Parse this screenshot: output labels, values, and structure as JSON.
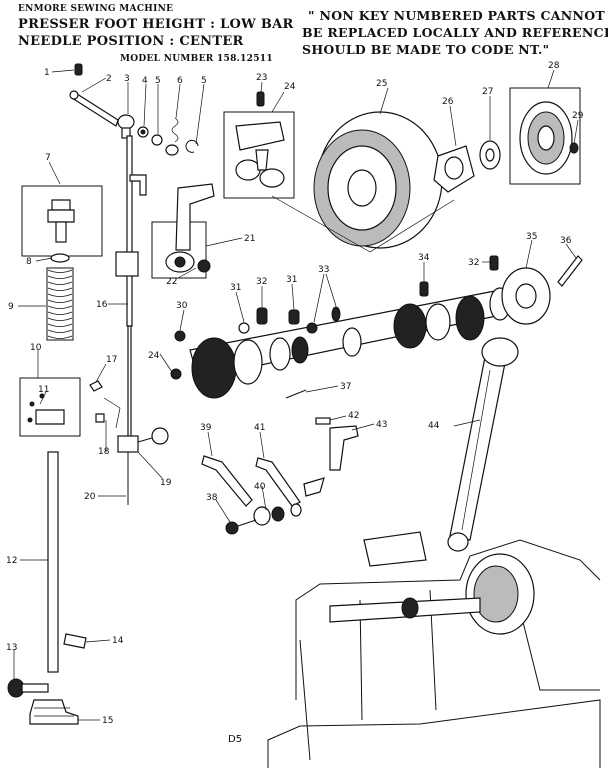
{
  "header": {
    "machine": "ENMORE SEWING MACHINE",
    "presser": "PRESSER FOOT HEIGHT : LOW BAR",
    "needle": "NEEDLE POSITION : CENTER",
    "model": "MODEL NUMBER 158.12511"
  },
  "note": {
    "line1": "\" NON KEY NUMBERED PARTS CANNOT",
    "line2": "BE REPLACED LOCALLY AND REFERENCE",
    "line3": "SHOULD BE MADE TO CODE NT.\""
  },
  "page_code": "D5",
  "callouts": [
    "1",
    "2",
    "3",
    "4",
    "5",
    "6",
    "5",
    "7",
    "8",
    "9",
    "10",
    "11",
    "12",
    "13",
    "14",
    "15",
    "16",
    "17",
    "18",
    "19",
    "20",
    "21",
    "22",
    "23",
    "24",
    "25",
    "26",
    "27",
    "28",
    "29",
    "30",
    "31",
    "32",
    "31",
    "33",
    "34",
    "32",
    "35",
    "36",
    "24",
    "37",
    "38",
    "39",
    "40",
    "41",
    "42",
    "43",
    "44"
  ]
}
